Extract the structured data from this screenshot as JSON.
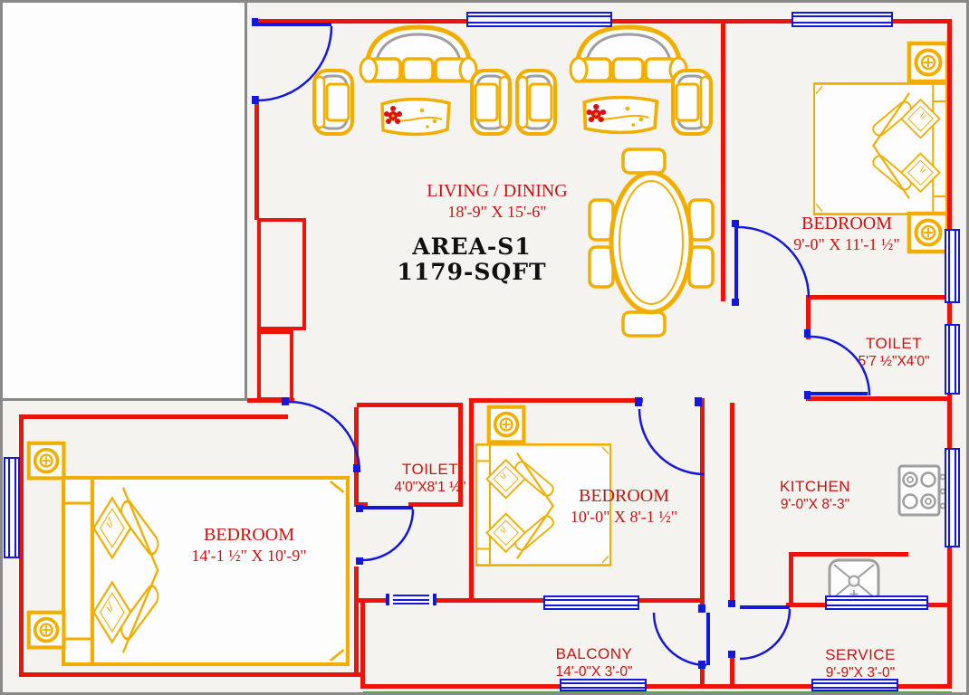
{
  "plan_title": "AREA-S1",
  "area": {
    "label": "AREA-S1",
    "sqft": "1179-SQFT"
  },
  "rooms": [
    {
      "name": "LIVING / DINING",
      "dims": "18'-9\" X 15'-6\""
    },
    {
      "name": "BEDROOM",
      "dims": "9'-0\" X 11'-1 ½\""
    },
    {
      "name": "TOILET",
      "dims": "5'7 ½\"X4'0\""
    },
    {
      "name": "KITCHEN",
      "dims": "9'-0\"X 8'-3\""
    },
    {
      "name": "TOILET",
      "dims": "4'0\"X8'1 ½\""
    },
    {
      "name": "BEDROOM",
      "dims": "10'-0\" X 8'-1 ½\""
    },
    {
      "name": "BEDROOM",
      "dims": "14'-1 ½\" X 10'-9\""
    },
    {
      "name": "BALCONY",
      "dims": "14'-0\"X 3'-0\""
    },
    {
      "name": "SERVICE",
      "dims": "9'-9\"X 3'-0\""
    }
  ],
  "colors": {
    "wall": "#ec130b",
    "window_door": "#1418d8",
    "furniture": "#f2ae00",
    "fixture_gray": "#9e9e9e",
    "label_text": "#cb1210",
    "area_text": "#101010",
    "grass": "#55a14b",
    "flower": "#da1010"
  }
}
